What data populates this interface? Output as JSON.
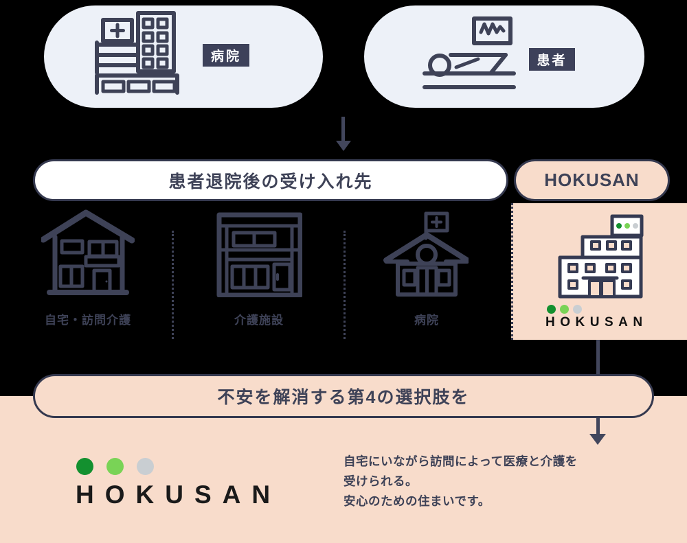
{
  "palette": {
    "background": "#000000",
    "panel_light": "#edf1f8",
    "navy": "#3e4257",
    "navy_border": "#35394f",
    "badge_navy": "#3d415a",
    "peach": "#f8dccb",
    "white": "#ffffff",
    "logo_green": "#13902f",
    "logo_light_green": "#79d356",
    "logo_gray": "#c9ced2",
    "logo_black": "#1a1a1a"
  },
  "sources": {
    "hospital": {
      "badge": "病院",
      "icon": "hospital-building-icon"
    },
    "patient": {
      "badge": "患者",
      "icon": "patient-monitor-bed-icon"
    }
  },
  "destination_header": {
    "title": "患者退院後の受け入れ先",
    "brand_pill": "HOKUSAN"
  },
  "options": [
    {
      "label": "自宅・訪問介護",
      "icon": "house-icon"
    },
    {
      "label": "介護施設",
      "icon": "care-facility-icon"
    },
    {
      "label": "病院",
      "icon": "clinic-icon"
    }
  ],
  "hokusan_card": {
    "brand": "HOKUSAN",
    "icon": "hokusan-building-icon"
  },
  "solution_banner": {
    "text": "不安を解消する第4の選択肢を"
  },
  "footer": {
    "brand": "HOKUSAN",
    "description_lines": [
      "自宅にいながら訪問によって医療と介護を",
      "受けられる。",
      "安心のための住まいです。"
    ]
  }
}
